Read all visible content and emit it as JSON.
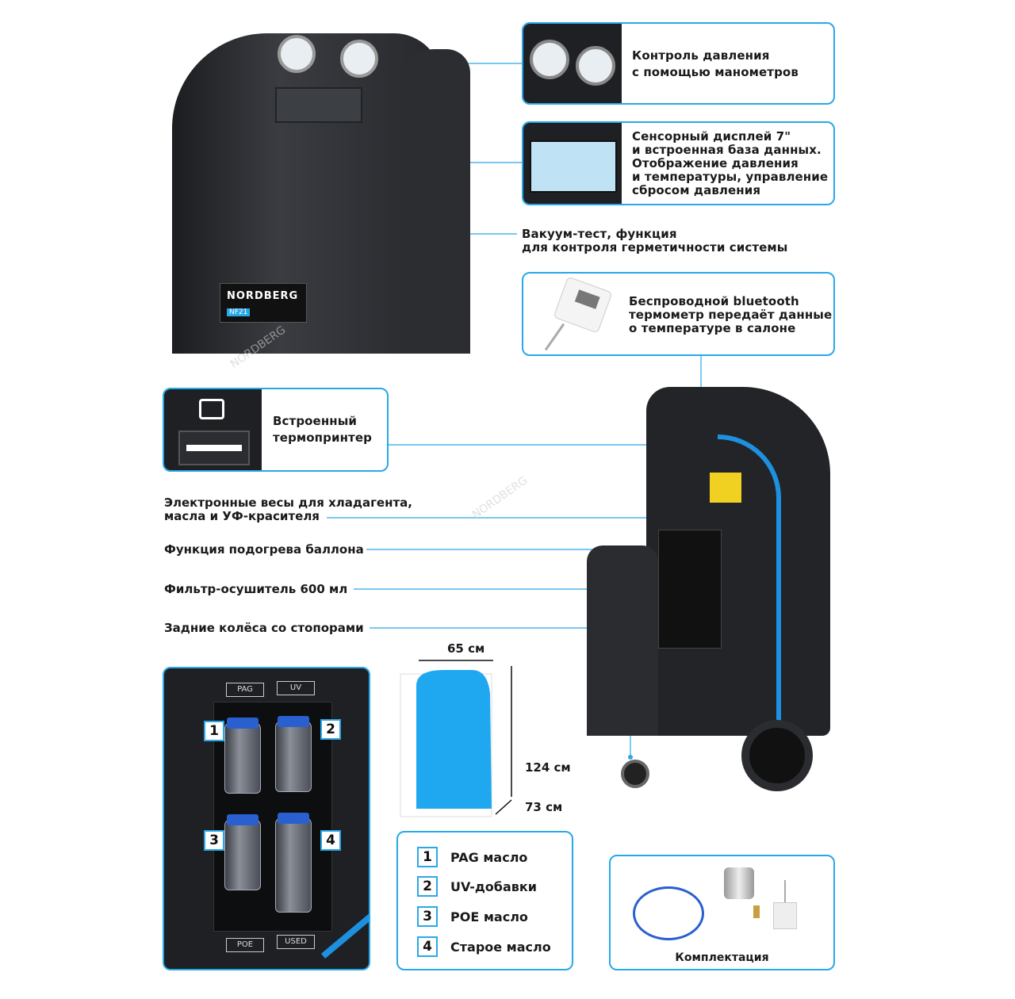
{
  "brand": {
    "logo": "NORDBERG",
    "model": "NF21",
    "watermark": "NORDBERG"
  },
  "callouts": {
    "gauges": [
      "Контроль давления",
      "с помощью манометров"
    ],
    "display": [
      "Сенсорный дисплей 7\"",
      "и встроенная база данных.",
      "Отображение давления",
      "и температуры, управление",
      "сбросом давления"
    ],
    "vacuum": [
      "Вакуум-тест, функция",
      "для контроля герметичности системы"
    ],
    "thermometer": [
      "Беспроводной bluetooth",
      "термометр передаёт данные",
      "о температуре в салоне"
    ],
    "printer": [
      "Встроенный",
      "термопринтер"
    ],
    "scales": [
      "Электронные весы для хладагента,",
      "масла и УФ-красителя"
    ],
    "heating": "Функция подогрева баллона",
    "filter": "Фильтр-осушитель 600 мл",
    "wheels": "Задние колёса со стопорами"
  },
  "bottles_panel": {
    "tags": [
      "PAG",
      "UV",
      "POE",
      "USED"
    ],
    "numbers": [
      "1",
      "2",
      "3",
      "4"
    ]
  },
  "dimensions": {
    "width": "65 см",
    "height": "124 см",
    "depth": "73 см"
  },
  "legend": [
    {
      "num": "1",
      "label": "PAG масло"
    },
    {
      "num": "2",
      "label": "UV-добавки"
    },
    {
      "num": "3",
      "label": "POE масло"
    },
    {
      "num": "4",
      "label": "Старое масло"
    }
  ],
  "kit": {
    "label": "Комплектация"
  },
  "colors": {
    "accent": "#29a8e8",
    "machine": "#1e2024",
    "blue_fill": "#1fa8f0"
  }
}
